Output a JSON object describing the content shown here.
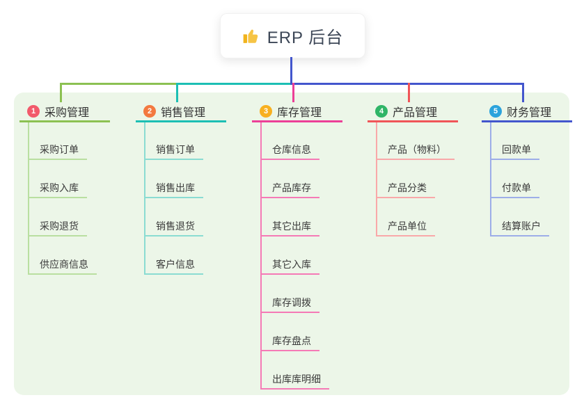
{
  "root": {
    "label": "ERP 后台",
    "icon": "thumbs-up-icon",
    "connector_color": "#4356cd"
  },
  "colors": {
    "page_bg": "#ffffff",
    "panel_bg": "#ecf6e8",
    "root_text": "#3d4757",
    "branch_title_text": "#333333",
    "child_text": "#3a3a3a",
    "thumb_icon": "#f5c02c"
  },
  "branches": [
    {
      "num": "1",
      "label": "采购管理",
      "badge_color": "#f25a6b",
      "line_color": "#8cc152",
      "child_line_color": "#b9dfa0",
      "children": [
        "采购订单",
        "采购入库",
        "采购退货",
        "供应商信息"
      ]
    },
    {
      "num": "2",
      "label": "销售管理",
      "badge_color": "#f3793f",
      "line_color": "#1cbfb4",
      "child_line_color": "#8adcd2",
      "children": [
        "销售订单",
        "销售出库",
        "销售退货",
        "客户信息"
      ]
    },
    {
      "num": "3",
      "label": "库存管理",
      "badge_color": "#f8b020",
      "line_color": "#ec3f97",
      "child_line_color": "#f57ab6",
      "children": [
        "仓库信息",
        "产品库存",
        "其它出库",
        "其它入库",
        "库存调拨",
        "库存盘点",
        "出库库明细"
      ]
    },
    {
      "num": "4",
      "label": "产品管理",
      "badge_color": "#2fb567",
      "line_color": "#f05558",
      "child_line_color": "#f9a8a9",
      "children": [
        "产品（物料）",
        "产品分类",
        "产品单位"
      ]
    },
    {
      "num": "5",
      "label": "财务管理",
      "badge_color": "#2ba3dc",
      "line_color": "#4356cd",
      "child_line_color": "#9dade8",
      "children": [
        "回款单",
        "付款单",
        "结算账户"
      ]
    }
  ]
}
